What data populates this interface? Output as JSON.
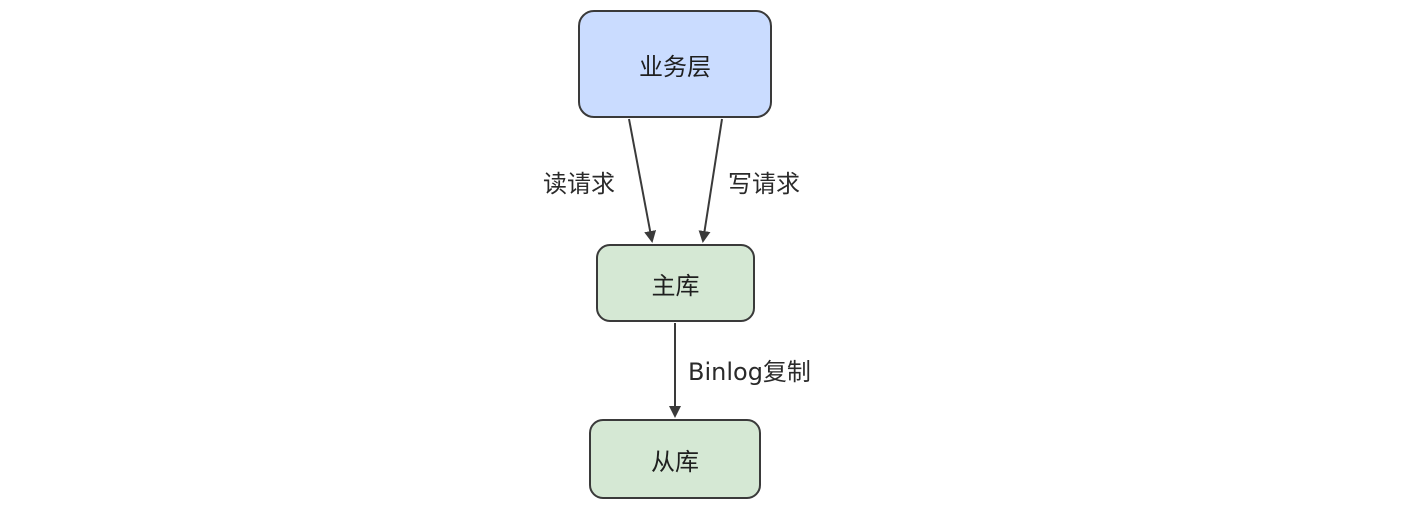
{
  "nodes": {
    "business": {
      "label": "业务层",
      "fill": "#cadcff"
    },
    "master": {
      "label": "主库",
      "fill": "#d5e8d4"
    },
    "slave": {
      "label": "从库",
      "fill": "#d5e8d4"
    }
  },
  "edges": {
    "read": {
      "label": "读请求"
    },
    "write": {
      "label": "写请求"
    },
    "replication": {
      "label": "Binlog复制"
    }
  },
  "colors": {
    "stroke": "#3a3a3a",
    "background": "#ffffff"
  }
}
